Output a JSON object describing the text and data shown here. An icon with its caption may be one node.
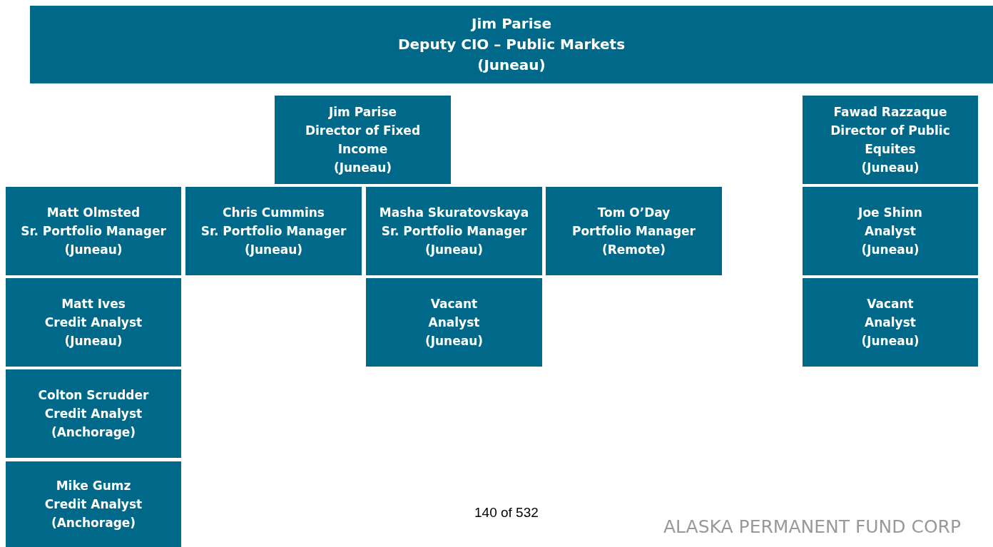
{
  "diagram": {
    "nodes": [
      {
        "text": [
          "Jim Parise",
          "Deputy CIO – Public Markets",
          "(Juneau)"
        ]
      },
      {
        "text": [
          "Jim Parise",
          "Director of Fixed Income",
          "(Juneau)"
        ]
      },
      {
        "text": [
          "Fawad Razzaque",
          "Director of Public Equites",
          "(Juneau)"
        ]
      },
      {
        "text": [
          "Matt Olmsted",
          "Sr. Portfolio Manager",
          "(Juneau)"
        ]
      },
      {
        "text": [
          "Chris Cummins",
          "Sr. Portfolio Manager",
          "(Juneau)"
        ]
      },
      {
        "text": [
          "Masha Skuratovskaya",
          "Sr. Portfolio Manager",
          "(Juneau)"
        ]
      },
      {
        "text": [
          "Tom O’Day",
          "Portfolio Manager",
          "(Remote)"
        ]
      },
      {
        "text": [
          "Joe Shinn",
          "Analyst",
          "(Juneau)"
        ]
      },
      {
        "text": [
          "Matt Ives",
          "Credit Analyst",
          "(Juneau)"
        ]
      },
      {
        "text": [
          "Vacant",
          "Analyst",
          "(Juneau)"
        ]
      },
      {
        "text": [
          "Vacant",
          "Analyst",
          "(Juneau)"
        ]
      },
      {
        "text": [
          "Colton Scrudder",
          "Credit Analyst",
          "(Anchorage)"
        ]
      },
      {
        "text": [
          "Mike Gumz",
          "Credit Analyst",
          "(Anchorage)"
        ]
      }
    ],
    "labels": [
      "140 of 532",
      "ALASKA PERMANENT FUND CORP"
    ]
  }
}
